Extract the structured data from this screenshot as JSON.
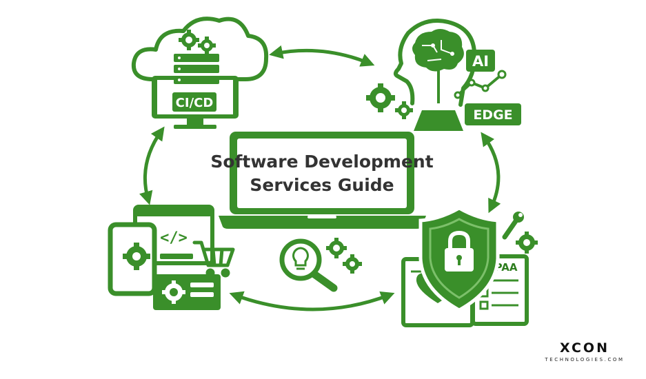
{
  "center": {
    "title_line1": "Software Development",
    "title_line2": "Services Guide"
  },
  "nodes": {
    "cicd": {
      "label": "CI/CD",
      "icon": "cloud-server-icon"
    },
    "ai": {
      "label_ai": "AI",
      "label_edge": "EDGE",
      "icon": "brain-icon"
    },
    "app": {
      "code_symbol": "</>",
      "icon": "mobile-app-icon"
    },
    "security": {
      "label": "HIPAA",
      "icon": "shield-lock-icon"
    }
  },
  "logo": {
    "brand": "XCON",
    "tagline": "TECHNOLOGIES.COM"
  },
  "colors": {
    "primary": "#3a8f2a",
    "dark": "#2e7d1f",
    "light": "#7cc06a",
    "text": "#333333"
  }
}
